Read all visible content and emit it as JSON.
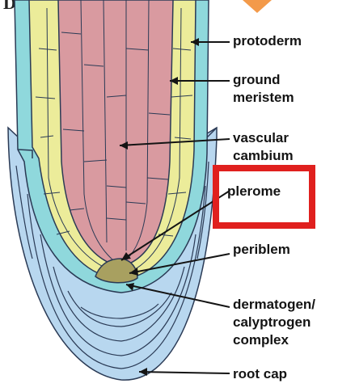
{
  "header": {
    "text": "Detailed Answer:"
  },
  "labels": {
    "protoderm": "protoderm",
    "ground_meristem": [
      "ground",
      "meristem"
    ],
    "vascular_cambium": [
      "vascular",
      "cambium"
    ],
    "plerome": "plerome",
    "periblem": "periblem",
    "dermatogen_calyptrogen": [
      "dermatogen/",
      "calyptrogen",
      "complex"
    ],
    "root_cap": "root cap"
  },
  "colors": {
    "root_cap": "#b8d7ef",
    "protoderm": "#8fd8dc",
    "ground_meristem": "#ecec9a",
    "vascular_cambium": "#d99aa0",
    "quiescent_center": "#a8a060",
    "highlight_box": "#e0201e",
    "watermark": "#f39a4a"
  }
}
